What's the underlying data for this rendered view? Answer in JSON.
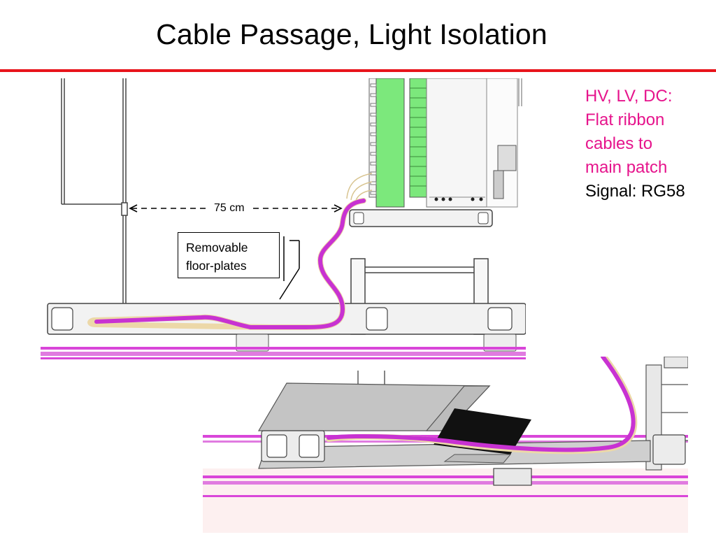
{
  "slide": {
    "title": "Cable Passage, Light Isolation"
  },
  "annotations": {
    "dimension_label": "75 cm",
    "callout_line1": "Removable",
    "callout_line2": "floor-plates",
    "note_line1": "HV, LV, DC:",
    "note_line2": "Flat ribbon",
    "note_line3": "cables to",
    "note_line4": "main patch",
    "note_line5": "Signal: RG58"
  },
  "colors": {
    "title_rule": "#e8141b",
    "note_pink": "#e6148c",
    "cable": "#c832d2",
    "rail": "#d946d9",
    "panel_green": "#7ce87c"
  }
}
